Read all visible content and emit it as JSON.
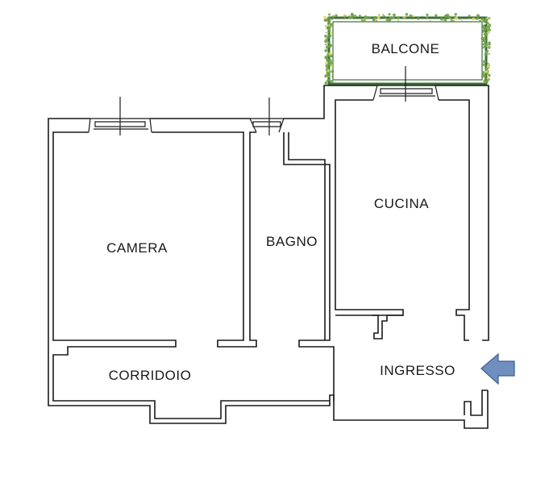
{
  "rooms": {
    "balcone": "BALCONE",
    "cucina": "CUCINA",
    "camera": "CAMERA",
    "bagno": "BAGNO",
    "corridoio": "CORRIDOIO",
    "ingresso": "INGRESSO"
  },
  "colors": {
    "wall": "#1a1a1a",
    "hedge": "#3f6b3a",
    "leaf": "#6fa24a",
    "flower": "#e6d94a",
    "entrance_arrow_fill": "#6f8fbf",
    "entrance_arrow_stroke": "#3d5f8f"
  },
  "icons": {
    "entrance": "arrow-left-icon",
    "window": "window-icon",
    "plants": "plant-border-icon"
  }
}
